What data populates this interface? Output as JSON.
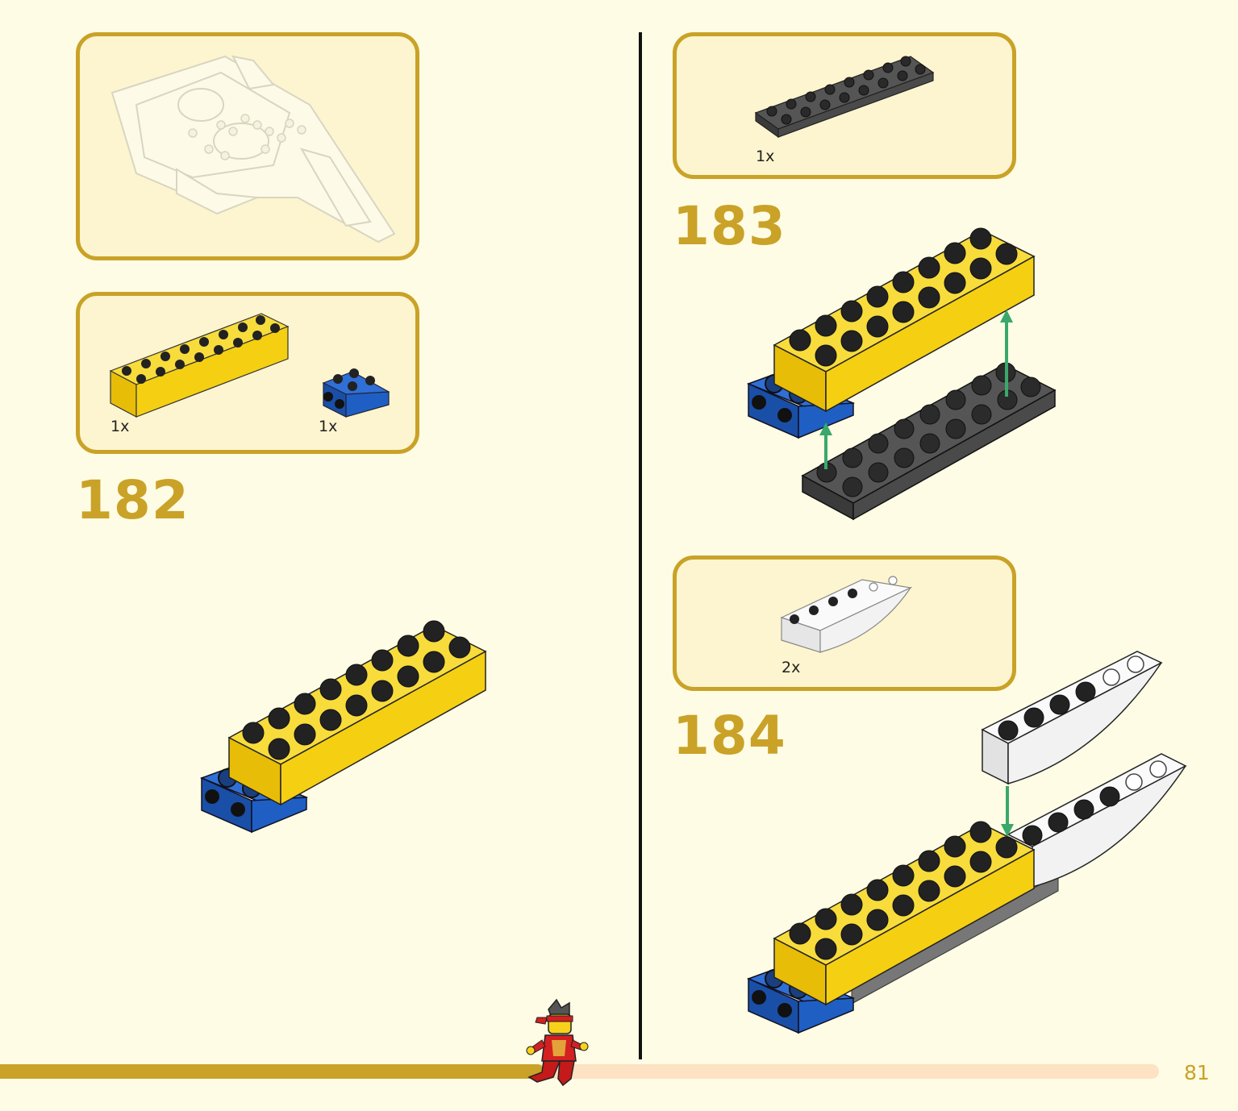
{
  "colors": {
    "accent": "#c9a227",
    "page_background": "#fefce5",
    "panel_background": "#fdf5cf",
    "progress_track": "#fde2c3",
    "brick_yellow": "#f5cf12",
    "brick_blue": "#1f5fc4",
    "plate_dark": "#4a4a4a",
    "slope_white": "#f5f5f5",
    "arrow_green": "#3aa86b"
  },
  "left_column": {
    "preview_panel": {
      "icon": "completed-model-outline-icon"
    },
    "parts_panel_182": {
      "parts": [
        {
          "icon": "yellow-brick-2x8-icon",
          "qty": "1x"
        },
        {
          "icon": "blue-brick-2x2-side-studs-icon",
          "qty": "1x"
        }
      ]
    },
    "step_182": {
      "number": "182"
    }
  },
  "right_column": {
    "parts_panel_183": {
      "parts": [
        {
          "icon": "dark-gray-plate-2x8-icon",
          "qty": "1x"
        }
      ]
    },
    "step_183": {
      "number": "183"
    },
    "parts_panel_184": {
      "parts": [
        {
          "icon": "white-curved-slope-icon",
          "qty": "2x"
        }
      ]
    },
    "step_184": {
      "number": "184"
    }
  },
  "footer": {
    "progress": 0.47,
    "page_number": "81",
    "mascot_icon": "running-ninja-minifigure-icon"
  }
}
